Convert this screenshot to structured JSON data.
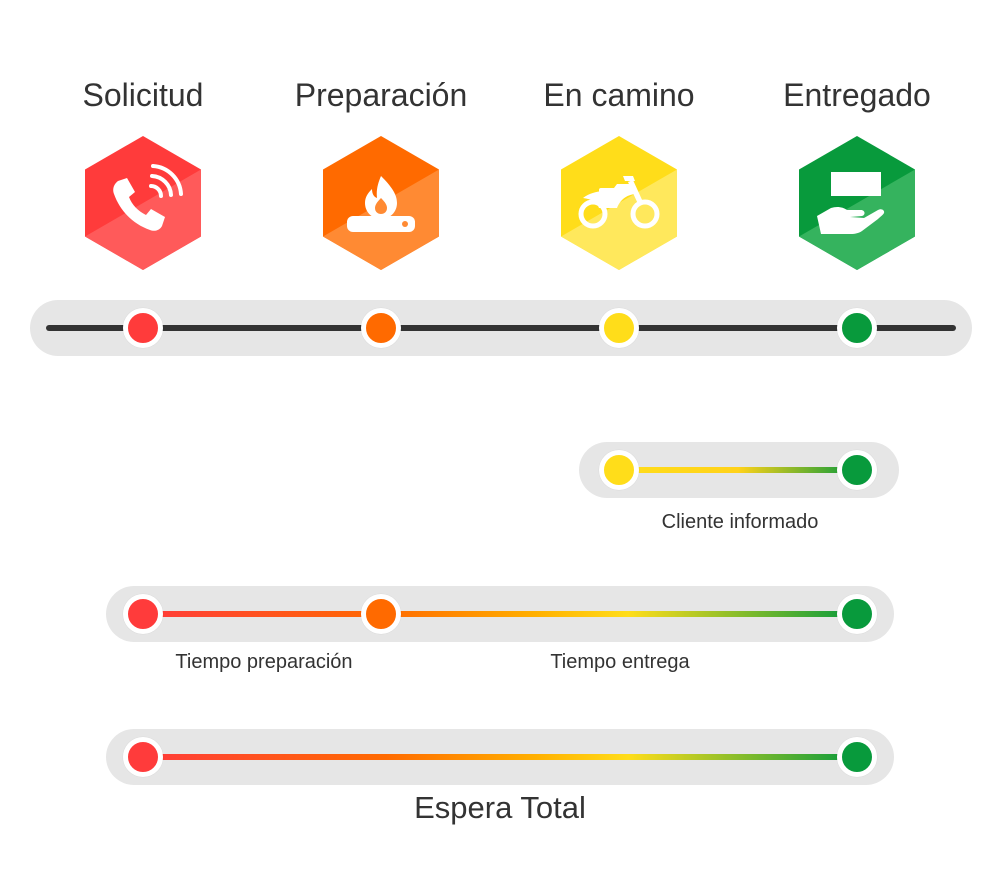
{
  "stages": [
    {
      "title": "Solicitud",
      "color": "#ff3b3b",
      "light": "#ff6464",
      "icon": "phone-ringing-icon"
    },
    {
      "title": "Preparación",
      "color": "#ff6a00",
      "light": "#ff8c3a",
      "icon": "flame-stove-icon"
    },
    {
      "title": "En camino",
      "color": "#ffdd1a",
      "light": "#ffe75c",
      "icon": "motorcycle-icon"
    },
    {
      "title": "Entregado",
      "color": "#089a3c",
      "light": "#35b35e",
      "icon": "hand-package-icon"
    }
  ],
  "timeline": {
    "line_color": "#333333",
    "track_color": "#e6e6e6"
  },
  "intervals": {
    "cliente_informado": {
      "label": "Cliente informado",
      "from": "En camino",
      "to": "Entregado"
    },
    "preparacion_entrega": {
      "from": "Solicitud",
      "via": "Preparación",
      "to": "Entregado",
      "label_a": "Tiempo preparación",
      "label_b": "Tiempo entrega"
    },
    "espera_total": {
      "label": "Espera Total",
      "from": "Solicitud",
      "to": "Entregado"
    }
  }
}
